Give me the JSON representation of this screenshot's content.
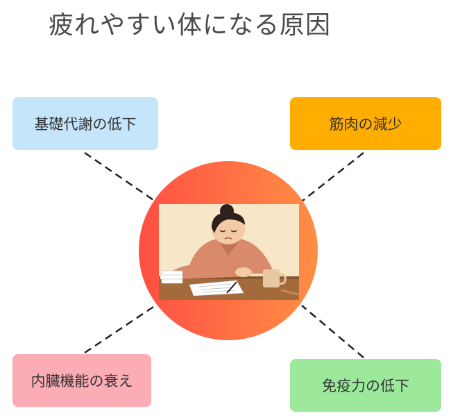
{
  "title": "疲れやすい体になる原因",
  "center": {
    "icon": "tired-woman-at-desk-illustration"
  },
  "causes": [
    {
      "label": "基礎代謝の低下",
      "color": "#c5e5fb"
    },
    {
      "label": "筋肉の減少",
      "color": "#ffad00"
    },
    {
      "label": "内臓機能の衰え",
      "color": "#fcacb5"
    },
    {
      "label": "免疫力の低下",
      "color": "#9ce99c"
    }
  ],
  "colors": {
    "hub_gradient_start": "#ff4f43",
    "hub_gradient_end": "#ff8f45",
    "connector": "#222222",
    "title_text": "#4a4a4a"
  }
}
